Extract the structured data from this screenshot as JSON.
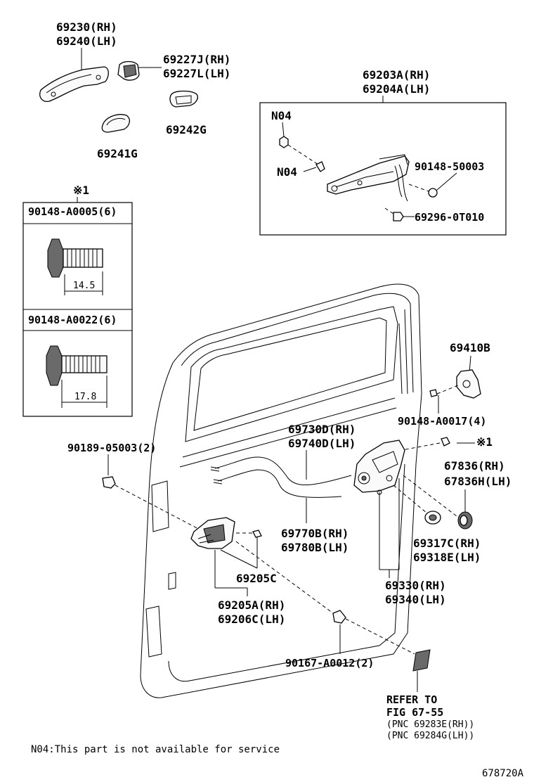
{
  "labels": {
    "handle_rh": "69230(RH)",
    "handle_lh": "69240(LH)",
    "cover_rh": "69227J(RH)",
    "cover_lh": "69227L(LH)",
    "pad_242": "69242G",
    "pad_241": "69241G",
    "frame_rh": "69203A(RH)",
    "frame_lh": "69204A(LH)",
    "n04_a": "N04",
    "n04_b": "N04",
    "screw_50003": "90148-50003",
    "bolt_0t010": "69296-0T010",
    "ref_mark": "※1",
    "screw_a0005": "90148-A0005(6)",
    "dim_145": "14.5",
    "screw_a0022": "90148-A0022(6)",
    "dim_178": "17.8",
    "striker": "69410B",
    "screw_a0017": "90148-A0017(4)",
    "cable_rh": "69730D(RH)",
    "cable_lh": "69740D(LH)",
    "ref_mark_2": "※1",
    "bumper_rh": "67836(RH)",
    "bumper_lh": "67836H(LH)",
    "clip_05003": "90189-05003(2)",
    "cable2_rh": "69770B(RH)",
    "cable2_lh": "69780B(LH)",
    "seal_rh": "69317C(RH)",
    "seal_lh": "69318E(LH)",
    "inner_c": "69205C",
    "lock_rh": "69330(RH)",
    "lock_lh": "69340(LH)",
    "inner_rh": "69205A(RH)",
    "inner_lh": "69206C(LH)",
    "bolt_a0012": "90167-A0012(2)",
    "refer_1": "REFER TO",
    "refer_2": "FIG 67-55",
    "refer_3": "(PNC 69283E(RH))",
    "refer_4": "(PNC 69284G(LH))",
    "footnote": "N04:This part is not available for service",
    "fig_code": "678720A"
  }
}
